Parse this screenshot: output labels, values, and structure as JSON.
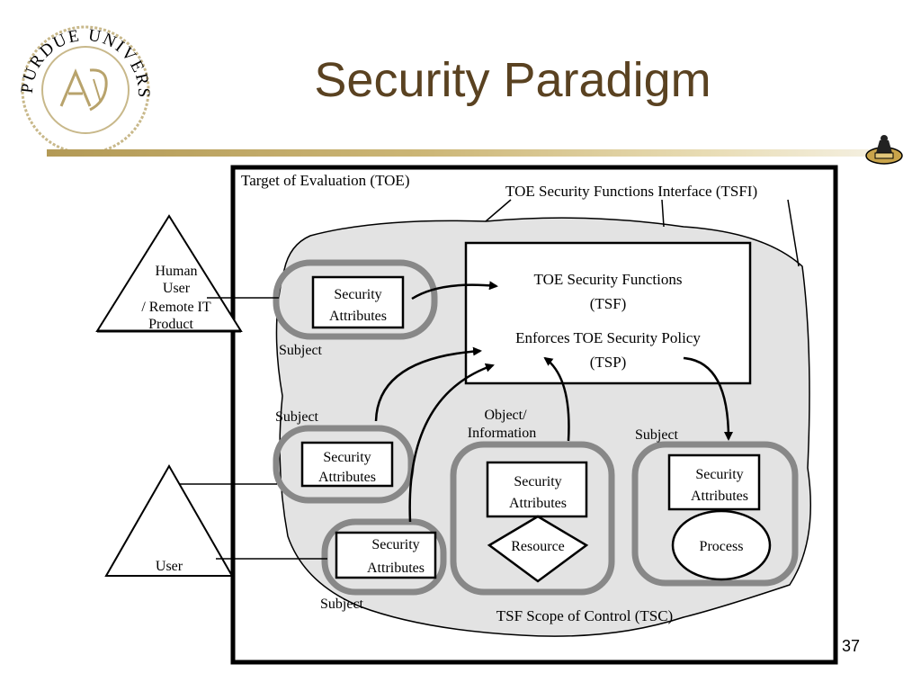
{
  "slide": {
    "title": "Security Paradigm",
    "page_number": "37"
  },
  "logo": {
    "text": "PURDUE UNIVERSITY"
  },
  "diagram": {
    "toe_label": "Target of Evaluation (TOE)",
    "tsfi_label": "TOE Security Functions Interface (TSFI)",
    "tsf_box": {
      "line1": "TOE Security Functions",
      "line2": "(TSF)",
      "line3": "Enforces TOE Security Policy",
      "line4": "(TSP)"
    },
    "actors": {
      "human": {
        "line1": "Human",
        "line2": "User",
        "line3": "/ Remote IT",
        "line4": "Product"
      },
      "user": {
        "line1": "User"
      }
    },
    "security_attributes": {
      "line1": "Security",
      "line2": "Attributes"
    },
    "subject_label": "Subject",
    "object_label": {
      "line1": "Object/",
      "line2": "Information"
    },
    "resource_label": "Resource",
    "process_label": "Process",
    "tsc_label": "TSF Scope of Control (TSC)"
  }
}
